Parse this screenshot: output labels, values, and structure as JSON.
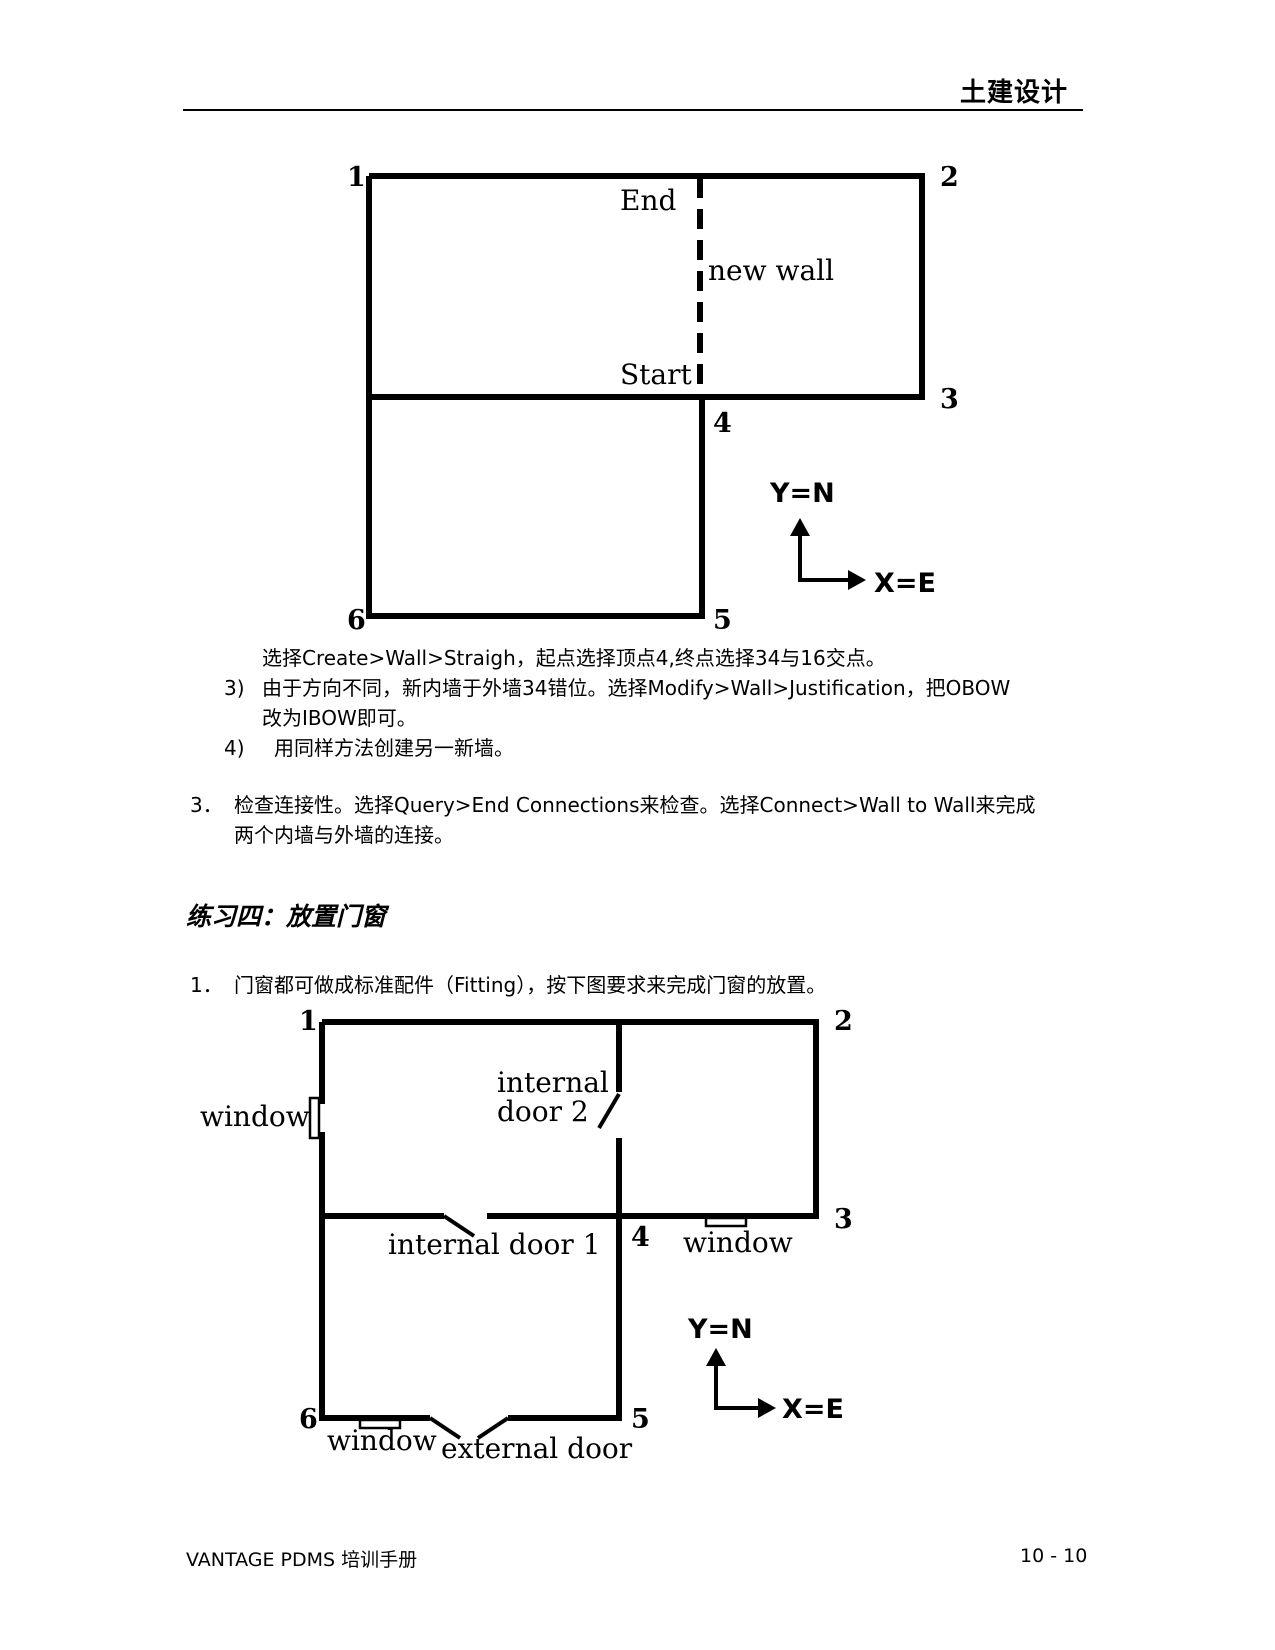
{
  "header": {
    "title": "土建设计"
  },
  "figure1": {
    "corner_labels": [
      "1",
      "2",
      "3",
      "4",
      "5",
      "6"
    ],
    "end_label": "End",
    "new_wall_label": "new wall",
    "start_label": "Start",
    "axis_y_label": "Y=N",
    "axis_x_label": "X=E"
  },
  "text": {
    "step2_line1": "选择Create>Wall>Straigh，起点选择顶点4,终点选择34与16交点。",
    "step3_number": "3)",
    "step3_line1": "由于方向不同，新内墙于外墙34错位。选择Modify>Wall>Justification，把OBOW",
    "step3_line2": "改为IBOW即可。",
    "step4_number": "4)",
    "step4_line1": "用同样方法创建另一新墙。",
    "item3_number": "3．",
    "item3_line1": "检查连接性。选择Query>End Connections来检查。选择Connect>Wall to Wall来完成",
    "item3_line2": "两个内墙与外墙的连接。",
    "section_heading": "练习四：放置门窗",
    "item1_number": "1．",
    "item1_line1": "门窗都可做成标准配件（Fitting），按下图要求来完成门窗的放置。"
  },
  "figure2": {
    "corner_labels": [
      "1",
      "2",
      "3",
      "4",
      "5",
      "6"
    ],
    "internal_door2_line1": "internal",
    "internal_door2_line2": "door 2",
    "window_left": "window",
    "internal_door1": "internal door 1",
    "window_right": "window",
    "window_bottom": "window",
    "external_door": "external door",
    "axis_y_label": "Y=N",
    "axis_x_label": "X=E"
  },
  "footer": {
    "left": "VANTAGE PDMS  培训手册",
    "right": "10 - 10"
  }
}
